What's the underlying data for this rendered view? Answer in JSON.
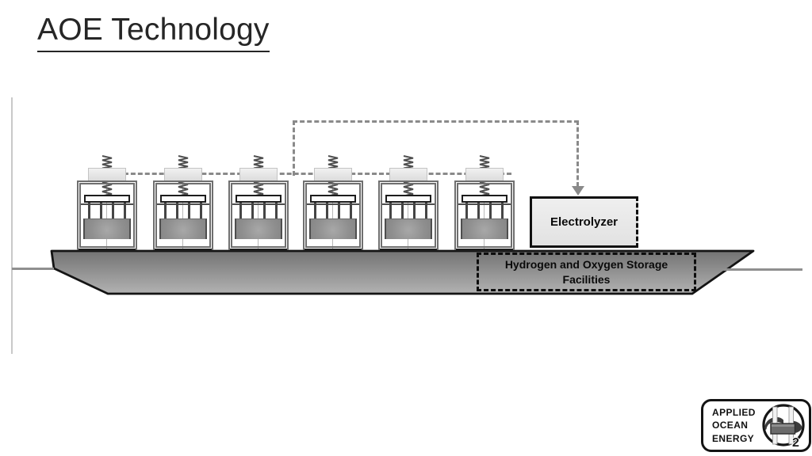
{
  "slide": {
    "title": "AOE Technology"
  },
  "diagram": {
    "units_count": 6,
    "unit_semantic": "wave-energy-converter-unit",
    "electrolyzer_label": "Electrolyzer",
    "storage_label_line1": "Hydrogen and Oxygen Storage",
    "storage_label_line2": "Facilities"
  },
  "logo": {
    "line1": "APPLIED",
    "line2": "OCEAN",
    "line3": "ENERGY",
    "subscript": "2"
  },
  "colors": {
    "dashed_pipe": "#8a8a8a",
    "hull_top": "#737373",
    "hull_bottom": "#b2b2b2",
    "outline": "#141414",
    "electrolyzer_fill": "#eaeaea"
  }
}
